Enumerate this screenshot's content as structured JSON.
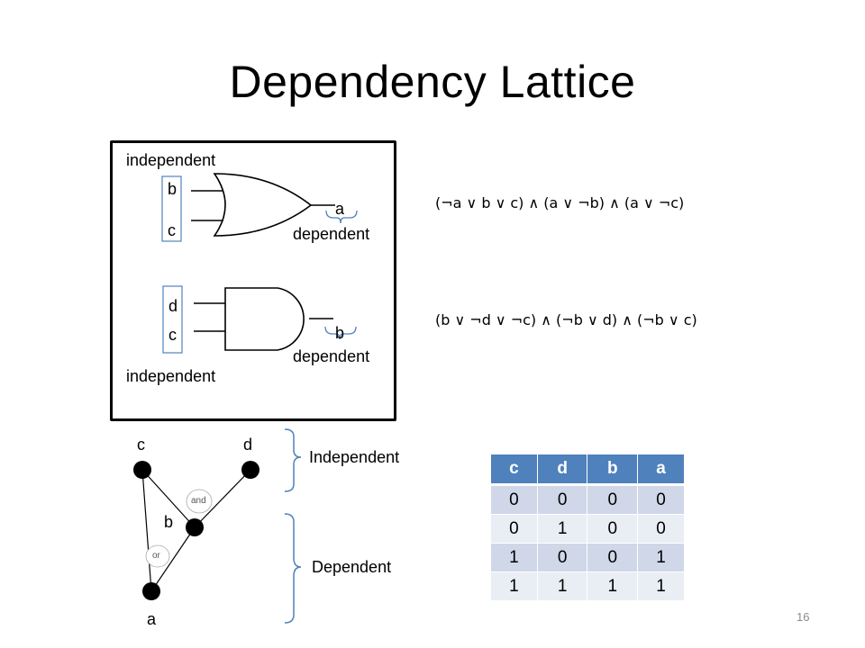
{
  "title": "Dependency Lattice",
  "panel": {
    "top_label": "independent",
    "bottom_label": "independent",
    "or_gate": {
      "input1": "b",
      "input2": "c",
      "output": "a",
      "output_label": "dependent"
    },
    "and_gate": {
      "input1": "d",
      "input2": "c",
      "output": "b",
      "output_label": "dependent"
    }
  },
  "formulas": {
    "f1": "(¬a ∨ b ∨ c) ∧ (a ∨ ¬b) ∧ (a ∨ ¬c)",
    "f2": "(b ∨ ¬d ∨ ¬c) ∧ (¬b ∨ d) ∧ (¬b ∨ c)"
  },
  "lattice": {
    "node_c": "c",
    "node_d": "d",
    "node_b": "b",
    "node_a": "a",
    "edge_and": "and",
    "edge_or": "or",
    "independent_label": "Independent",
    "dependent_label": "Dependent"
  },
  "truth_table": {
    "headers": [
      "c",
      "d",
      "b",
      "a"
    ],
    "rows": [
      [
        "0",
        "0",
        "0",
        "0"
      ],
      [
        "0",
        "1",
        "0",
        "0"
      ],
      [
        "1",
        "0",
        "0",
        "1"
      ],
      [
        "1",
        "1",
        "1",
        "1"
      ]
    ]
  },
  "colors": {
    "header_blue": "#4f81bd",
    "row_light": "#e9edf4",
    "row_mid": "#cfd7e8",
    "bracket_blue": "#4f81bd"
  },
  "page_number": "16"
}
